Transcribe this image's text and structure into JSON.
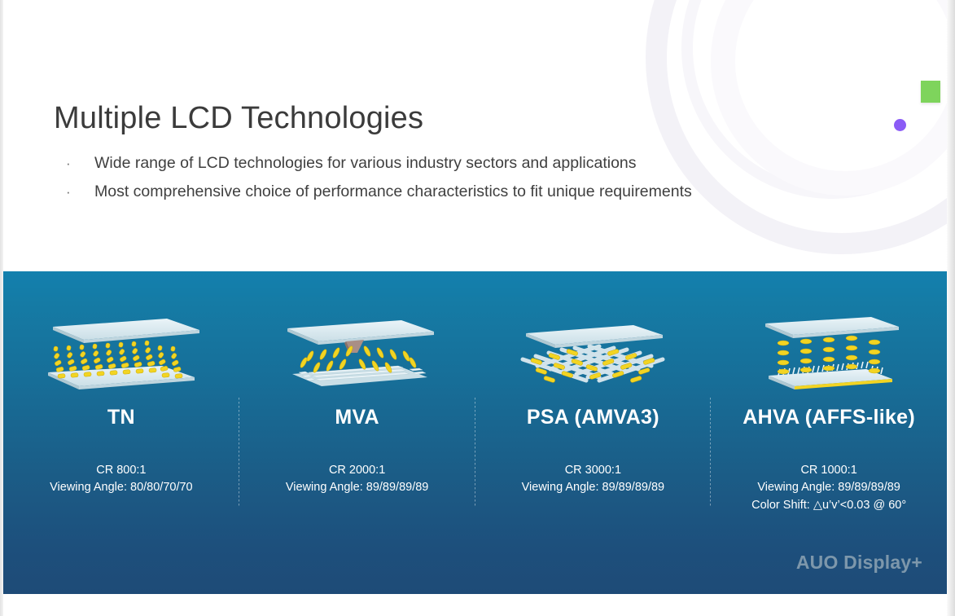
{
  "slide": {
    "title": "Multiple LCD Technologies",
    "bullet_mark": "·",
    "bullets": [
      "Wide range of LCD technologies for various industry sectors and applications",
      "Most comprehensive choice of performance characteristics to fit unique requirements"
    ],
    "footer_logo": "AUO Display+"
  },
  "decor": {
    "square_color": "#7ED45C",
    "dot_color": "#8B5CF6",
    "arc_color": "#f3f2f7"
  },
  "theme": {
    "title_color": "#3b3b3b",
    "body_text_color": "#3f3f3f",
    "panel_gradient_top": "#1380AE",
    "panel_gradient_bottom": "#1E4B77",
    "panel_text_color": "#ffffff",
    "footer_logo_color": "#7D97AB",
    "crystal_color": "#F2D423",
    "plate_color": "#D8E8EE"
  },
  "technologies": [
    {
      "name": "TN",
      "illustration": "tn-lcd-cell-diagram",
      "specs": [
        "CR 800:1",
        "Viewing Angle: 80/80/70/70"
      ]
    },
    {
      "name": "MVA",
      "illustration": "mva-lcd-cell-diagram",
      "specs": [
        "CR 2000:1",
        "Viewing Angle: 89/89/89/89"
      ]
    },
    {
      "name": "PSA (AMVA3)",
      "illustration": "psa-lcd-cell-diagram",
      "specs": [
        "CR 3000:1",
        "Viewing Angle: 89/89/89/89"
      ]
    },
    {
      "name": "AHVA (AFFS-like)",
      "illustration": "ahva-lcd-cell-diagram",
      "specs": [
        "CR 1000:1",
        "Viewing Angle: 89/89/89/89",
        "Color Shift: △u’v’<0.03 @ 60°"
      ]
    }
  ]
}
